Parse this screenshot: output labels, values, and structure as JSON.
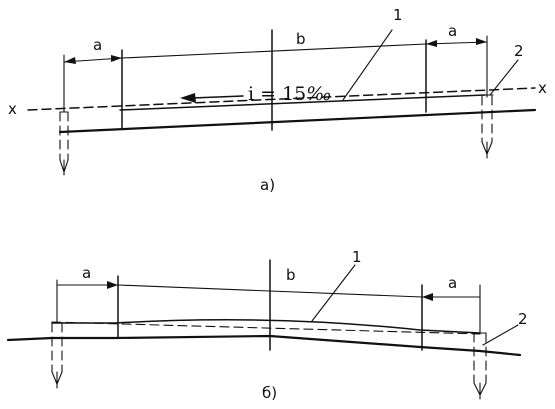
{
  "diagram": {
    "figure_a": {
      "caption": "а)",
      "labels": {
        "dim_a": "a",
        "dim_b": "b",
        "axis": "x",
        "callout_1": "1",
        "callout_2": "2"
      },
      "gradient": {
        "symbol": "i = 15",
        "unit": "‰"
      }
    },
    "figure_b": {
      "caption": "б)",
      "labels": {
        "dim_a": "a",
        "dim_b": "b",
        "callout_1": "1",
        "callout_2": "2"
      }
    }
  }
}
